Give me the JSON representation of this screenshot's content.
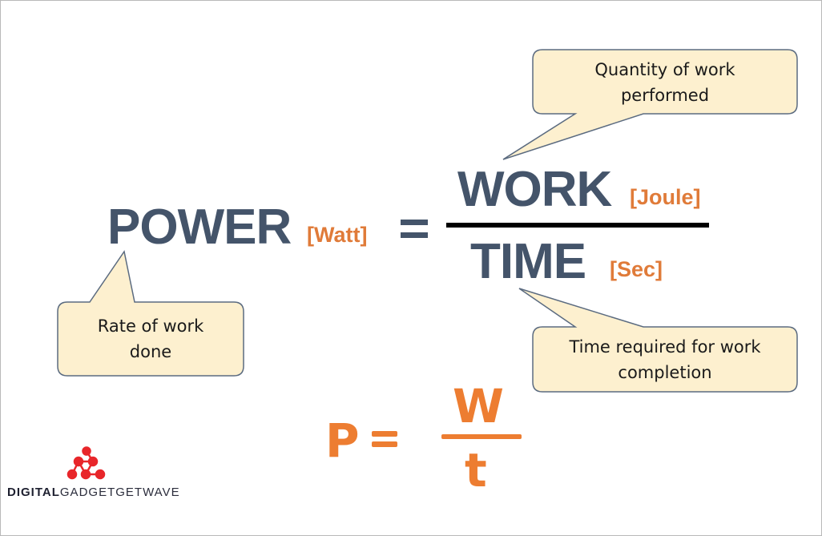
{
  "equation": {
    "power_label": "POWER",
    "power_unit": "[Watt]",
    "equals": "=",
    "work_label": "WORK",
    "work_unit": "[Joule]",
    "time_label": "TIME",
    "time_unit": "[Sec]"
  },
  "callouts": {
    "work": {
      "line1": "Quantity of work",
      "line2": "performed"
    },
    "power": {
      "line1": "Rate of work",
      "line2": "done"
    },
    "time": {
      "line1": "Time required for work",
      "line2": "completion"
    }
  },
  "formula": {
    "p": "P",
    "equals": "=",
    "numerator": "W",
    "denominator": "t"
  },
  "logo": {
    "bold": "DIGITAL",
    "light": "GADGETGETWAVE",
    "icon": "molecule-network-icon"
  },
  "colors": {
    "main_text": "#44546a",
    "unit_orange": "#e07b39",
    "formula_orange": "#ed7d31",
    "callout_fill": "#fdf0cf",
    "callout_border": "#5b6b80",
    "logo_red": "#e8262a"
  }
}
